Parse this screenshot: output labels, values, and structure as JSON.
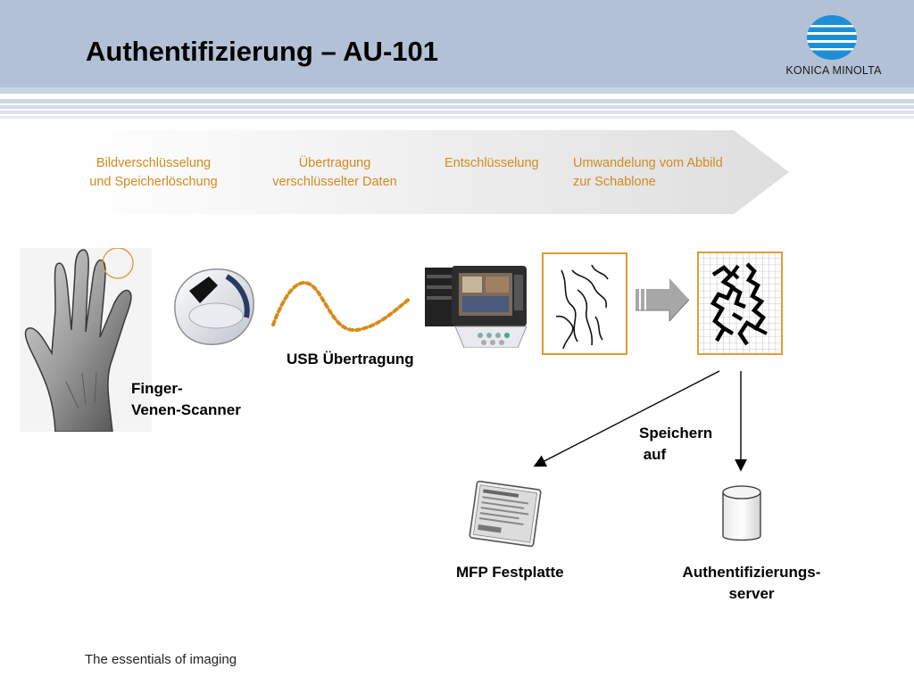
{
  "header": {
    "title": "Authentifizierung – AU-101",
    "logo_text": "KONICA MINOLTA",
    "logo_color": "#1e8fd6",
    "background": "#b3c1d6"
  },
  "process_steps": [
    {
      "label": "Bildverschlüsselung\nund Speicherlöschung"
    },
    {
      "label": "Übertragung\nverschlüsselter Daten"
    },
    {
      "label": "Entschlüsselung"
    },
    {
      "label": "Umwandelung vom Abbild\nzur Schablone"
    }
  ],
  "labels": {
    "scanner": "Finger-\nVenen-Scanner",
    "usb": "USB Übertragung",
    "store": "Speichern\n auf",
    "hdd": "MFP Festplatte",
    "server": "Authentifizierungs-\nserver"
  },
  "icons": {
    "hand": "hand-image-icon",
    "scanner": "finger-vein-scanner-icon",
    "usb_wave": "usb-wave-icon",
    "mfp": "mfp-panel-icon",
    "vein_image": "vein-pattern-icon",
    "transform_arrow": "right-arrow-icon",
    "template": "vein-template-grid-icon",
    "hdd": "hard-disk-icon",
    "server": "database-cylinder-icon"
  },
  "colors": {
    "accent_orange": "#d48a1e",
    "box_border": "#e39a37",
    "header_blue": "#b3c1d6"
  },
  "footer": {
    "tagline": "The essentials of imaging"
  }
}
